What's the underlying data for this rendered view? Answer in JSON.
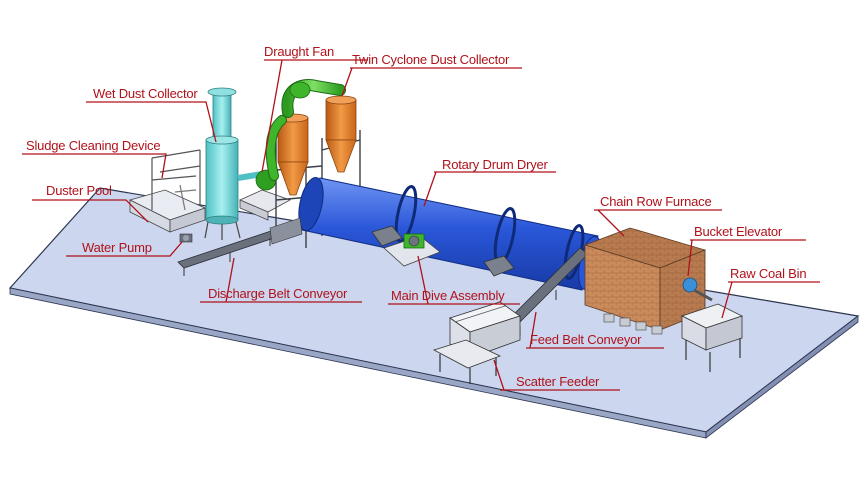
{
  "colors": {
    "floor": "#ccd6ee",
    "floor_edge": "#2c3550",
    "label_text": "#b0121b",
    "leader_line": "#b0121b",
    "drum_blue": "#2a57d9",
    "cyclone_orange": "#e07a22",
    "fan_green": "#3fb52c",
    "collector_teal": "#6fd6d6",
    "furnace_brick": "#c98a5c",
    "steel_frame": "#555b66"
  },
  "labels": {
    "draught_fan": "Draught Fan",
    "twin_cyclone": "Twin Cyclone Dust Collector",
    "wet_dust_collector": "Wet Dust Collector",
    "sludge_cleaning": "Sludge Cleaning Device",
    "rotary_drum_dryer": "Rotary Drum Dryer",
    "duster_pool": "Duster Pool",
    "chain_row_furnace": "Chain Row Furnace",
    "water_pump": "Water Pump",
    "bucket_elevator": "Bucket Elevator",
    "raw_coal_bin": "Raw Coal Bin",
    "discharge_belt": "Discharge Belt Conveyor",
    "main_drive": "Main Dive Assembly",
    "feed_belt": "Feed Belt Conveyor",
    "scatter_feeder": "Scatter Feeder"
  }
}
